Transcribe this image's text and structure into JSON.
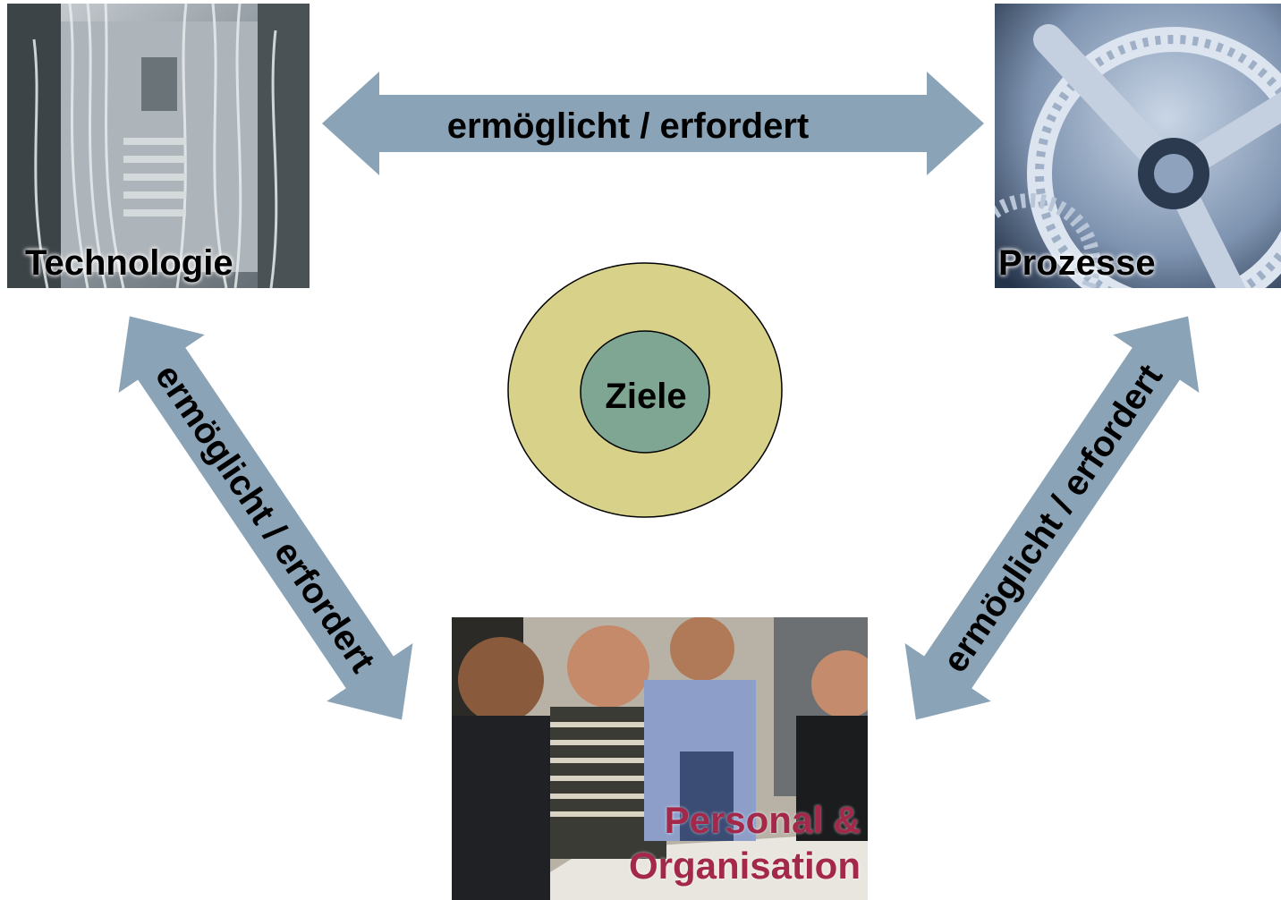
{
  "nodes": {
    "technology": {
      "label": "Technologie"
    },
    "processes": {
      "label": "Prozesse"
    },
    "personnel": {
      "label_line1": "Personal &",
      "label_line2": "Organisation"
    },
    "center": {
      "label": "Ziele"
    }
  },
  "edges": [
    {
      "from": "Technologie",
      "to": "Prozesse",
      "label": "ermöglicht / erfordert"
    },
    {
      "from": "Technologie",
      "to": "Personal & Organisation",
      "label": "ermöglicht / erfordert"
    },
    {
      "from": "Prozesse",
      "to": "Personal & Organisation",
      "label": "ermöglicht / erfordert"
    }
  ],
  "colors": {
    "arrow": "#8aa3b6",
    "outer_circle": "#d7d18a",
    "inner_circle": "#7ea692",
    "personnel_label": "#a4284a"
  }
}
